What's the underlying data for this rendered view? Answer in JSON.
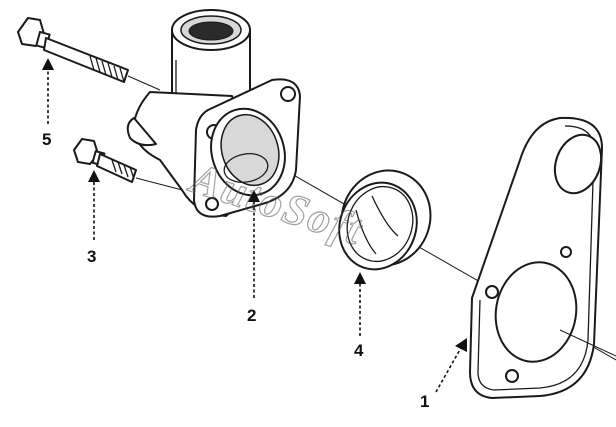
{
  "callouts": [
    {
      "label": "1",
      "part": "gasket"
    },
    {
      "label": "2",
      "part": "water-outlet-housing"
    },
    {
      "label": "3",
      "part": "short-bolt"
    },
    {
      "label": "4",
      "part": "thermostat"
    },
    {
      "label": "5",
      "part": "long-bolt"
    }
  ],
  "watermark": "AutoSoft",
  "colors": {
    "line": "#1a1a1a",
    "background": "#ffffff",
    "watermark": "#555555"
  }
}
